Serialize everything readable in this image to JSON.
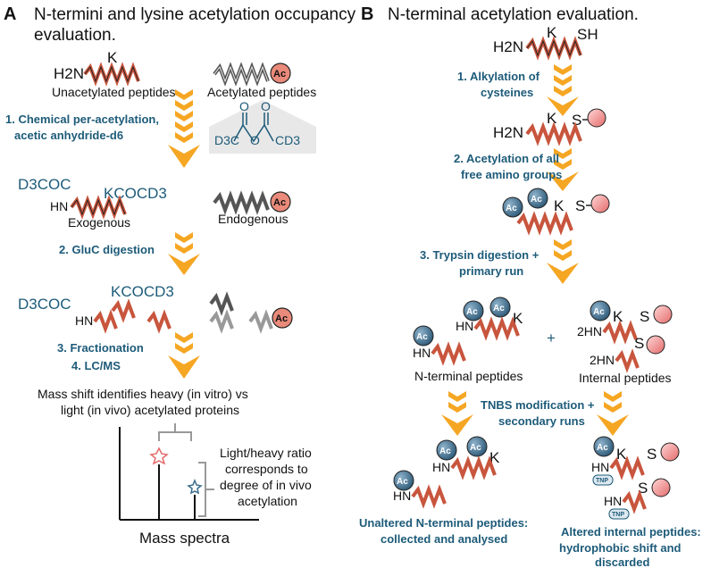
{
  "panel_a": {
    "letter": "A",
    "title_line1": "N-termini and lysine acetylation occupancy",
    "title_line2": "evaluation.",
    "unacetylated_label": "Unacetylated peptides",
    "acetylated_label": "Acetylated peptides",
    "step1_line1": "1. Chemical per-acetylation,",
    "step1_line2": "acetic anhydride-d6",
    "exogenous_label": "Exogenous",
    "endogenous_label": "Endogenous",
    "step2": "2. GluC digestion",
    "step3": "3. Fractionation",
    "step4": "4. LC/MS",
    "mass_shift_line1": "Mass shift identifies heavy (in vitro) vs",
    "mass_shift_line2": "light (in vivo) acetylated proteins",
    "ratio_line1": "Light/heavy ratio",
    "ratio_line2": "corresponds to",
    "ratio_line3": "degree of in vivo",
    "ratio_line4": "acetylation",
    "spectra_label": "Mass spectra",
    "h2n": "H2N",
    "k": "K",
    "ac": "Ac",
    "d3coc": "D3COC",
    "kcocd3": "KCOCD3",
    "hn": "HN",
    "d3c_left": "D3C",
    "o_top1": "O",
    "o_mid": "O",
    "o_top2": "O",
    "cd3_right": "CD3"
  },
  "panel_b": {
    "letter": "B",
    "title": "N-terminal acetylation evaluation.",
    "step1_line1": "1. Alkylation of",
    "step1_line2": "cysteines",
    "step2_line1": "2. Acetylation of all",
    "step2_line2": "free amino groups",
    "step3_line1": "3. Trypsin digestion +",
    "step3_line2": "primary run",
    "n_terminal_label": "N-terminal peptides",
    "internal_label": "Internal peptides",
    "plus": "+",
    "tnbs_line1": "TNBS modification +",
    "tnbs_line2": "secondary runs",
    "unaltered_line1": "Unaltered N-terminal peptides:",
    "unaltered_line2": "collected and analysed",
    "altered_line1": "Altered internal peptides:",
    "altered_line2": "hydrophobic shift and",
    "altered_line3": "discarded",
    "h2n": "H2N",
    "k": "K",
    "sh": "SH",
    "s": "S",
    "ac": "Ac",
    "hn": "HN",
    "two_hn": "2HN",
    "tnp": "TNP"
  },
  "colors": {
    "helix_red": "#c8553d",
    "helix_dark": "#222222",
    "arrow_orange": "#f5a623",
    "step_blue": "#1d5b79",
    "ac_blue": "#3a6d8c",
    "sphere_pink": "#f4a3a3",
    "ac_red_circle": "#e98a7a"
  }
}
